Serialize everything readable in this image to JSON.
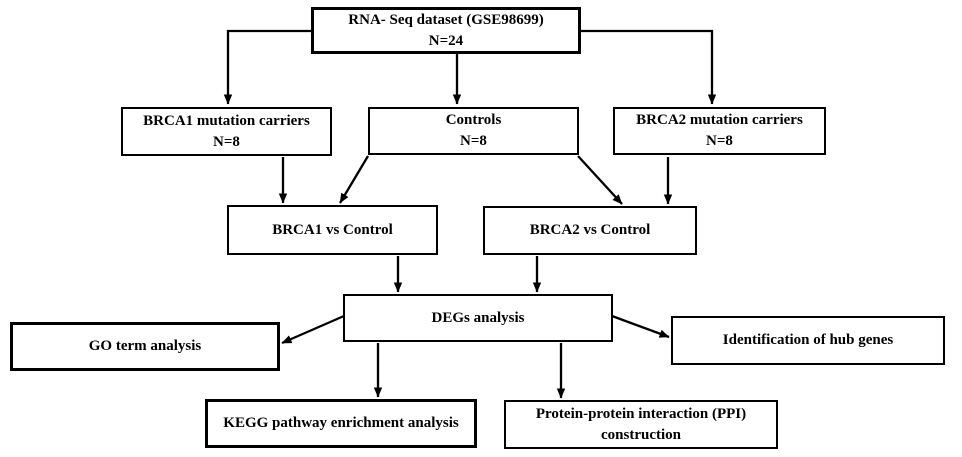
{
  "diagram": {
    "background_color": "#ffffff",
    "box_fill_color": "#ffffff",
    "box_border_color": "#000000",
    "text_color": "#000000",
    "nodes": {
      "dataset": {
        "line1": "RNA- Seq dataset (GSE98699)",
        "line2": "N=24"
      },
      "brca1_carriers": {
        "line1": "BRCA1 mutation carriers",
        "line2": "N=8"
      },
      "controls": {
        "line1": "Controls",
        "line2": "N=8"
      },
      "brca2_carriers": {
        "line1": "BRCA2 mutation carriers",
        "line2": "N=8"
      },
      "brca1_vs_control": {
        "label": "BRCA1 vs Control"
      },
      "brca2_vs_control": {
        "label": "BRCA2 vs Control"
      },
      "degs": {
        "label": "DEGs analysis"
      },
      "go_term": {
        "label": "GO term analysis"
      },
      "kegg": {
        "label": "KEGG pathway enrichment analysis"
      },
      "ppi": {
        "line1": "Protein-protein interaction (PPI)",
        "line2": "construction"
      },
      "hub_genes": {
        "label": "Identification of hub genes"
      }
    }
  }
}
